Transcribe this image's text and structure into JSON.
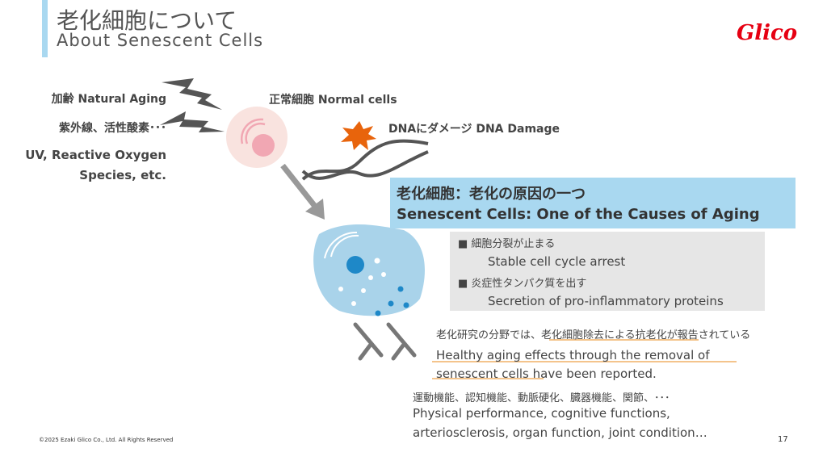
{
  "header": {
    "title_jp": "老化細胞について",
    "title_en": "About Senescent Cells",
    "logo": "Glico"
  },
  "causes": {
    "aging": "加齢 Natural Aging",
    "uv_jp": "紫外線、活性酸素･･･",
    "uv_en1": "UV, Reactive Oxygen",
    "uv_en2": "Species, etc."
  },
  "normal_cells": "正常細胞 Normal cells",
  "dna_damage": "DNAにダメージ DNA Damage",
  "senescent_box": {
    "jp": "老化細胞：老化の原因の一つ",
    "en": "Senescent Cells: One of the Causes of Aging"
  },
  "features": [
    {
      "jp": "細胞分裂が止まる",
      "en": "Stable cell cycle arrest"
    },
    {
      "jp": "炎症性タンパク質を出す",
      "en": "Secretion of pro-inflammatory proteins"
    }
  ],
  "research": {
    "jp_pre": "老化研究の分野では、",
    "jp_hl": "老化細胞除去による抗老化",
    "jp_post": "が報告されている",
    "en1": "Healthy aging effects through the removal of",
    "en2_hl": "senescent cells",
    "en2_post": " have been reported."
  },
  "effects": {
    "jp": "運動機能、認知機能、動脈硬化、臓器機能、関節、･･･",
    "en1": "Physical performance, cognitive functions,",
    "en2": "arteriosclerosis, organ function, joint condition…"
  },
  "footer": {
    "copyright": "©2025 Ezaki Glico Co., Ltd. All Rights Reserved",
    "page": "17"
  },
  "colors": {
    "accent": "#a9d8f0",
    "brand": "#e60012",
    "highlight": "#f4c48c"
  }
}
